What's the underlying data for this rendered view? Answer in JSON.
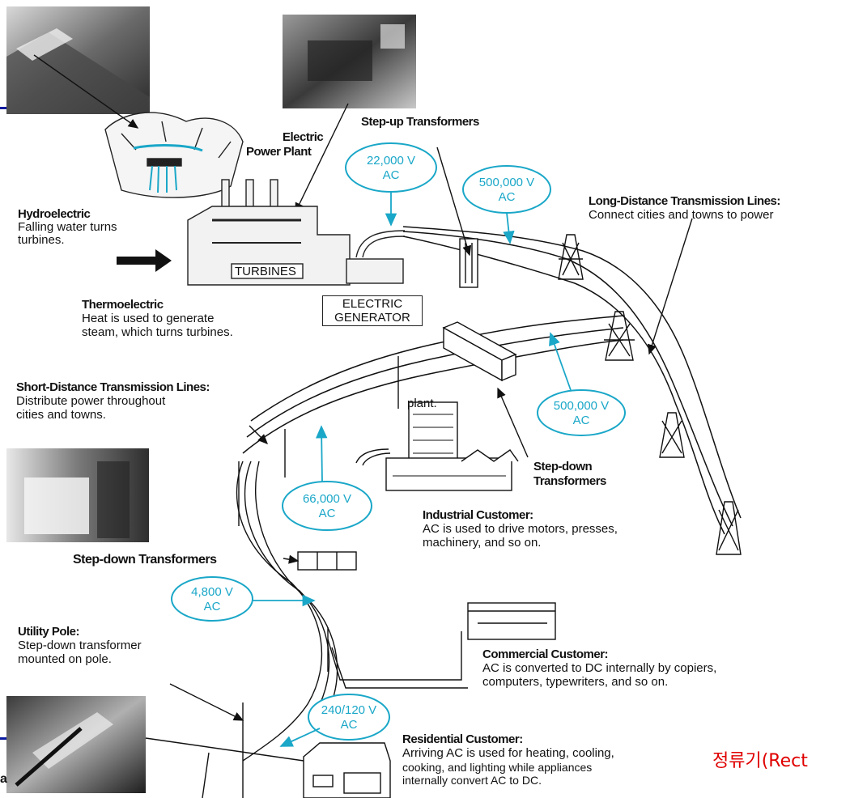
{
  "photos": {
    "dam": "dam-photo",
    "plant": "power-plant-photo",
    "transformer": "transformer-photo",
    "pole": "pole-transformer-photo"
  },
  "colors": {
    "voltage_callout": "#1aa7c8",
    "korean_note": "#e00000",
    "ink": "#111111"
  },
  "labels": {
    "electric_plant_1": "Electric",
    "electric_plant_2": "Power Plant",
    "stepup": "Step-up Transformers",
    "hydro_title": "Hydroelectric",
    "hydro_1": "Falling water turns",
    "hydro_2": "turbines.",
    "thermo_title": "Thermoelectric",
    "thermo_1": "Heat is used to generate",
    "thermo_2": "steam, which turns turbines.",
    "turbines": "TURBINES",
    "generator_1": "ELECTRIC",
    "generator_2": "GENERATOR",
    "long_title": "Long-Distance Transmission Lines:",
    "long_1": "Connect cities and towns to power",
    "plant_word": "plant.",
    "short_title": "Short-Distance Transmission Lines:",
    "short_1": "Distribute power throughout",
    "short_2": "cities and towns.",
    "stepdown_mid_1": "Step-down",
    "stepdown_mid_2": "Transformers",
    "industrial_title": "Industrial Customer:",
    "industrial_1": "AC is used to drive motors, presses,",
    "industrial_2": "machinery, and so on.",
    "stepdown_left": "Step-down Transformers",
    "utility_title": "Utility Pole:",
    "utility_1": "Step-down transformer",
    "utility_2": "mounted on pole.",
    "commercial_title": "Commercial Customer:",
    "commercial_1": "AC is converted to DC internally by copiers,",
    "commercial_2": "computers, typewriters, and so on.",
    "residential_title": "Residential Customer:",
    "residential_1": "Arriving AC is used for heating, cooling,",
    "residential_2": "cooking, and lighting while appliances",
    "residential_3": "internally convert AC to DC.",
    "korean_note": "정류기(Rect",
    "edge_letter": "a"
  },
  "voltages": {
    "v22000": [
      "22,000 V",
      "AC"
    ],
    "v500000a": [
      "500,000 V",
      "AC"
    ],
    "v500000b": [
      "500,000 V",
      "AC"
    ],
    "v66000": [
      "66,000 V",
      "AC"
    ],
    "v4800": [
      "4,800 V",
      "AC"
    ],
    "v240": [
      "240/120 V",
      "AC"
    ]
  }
}
